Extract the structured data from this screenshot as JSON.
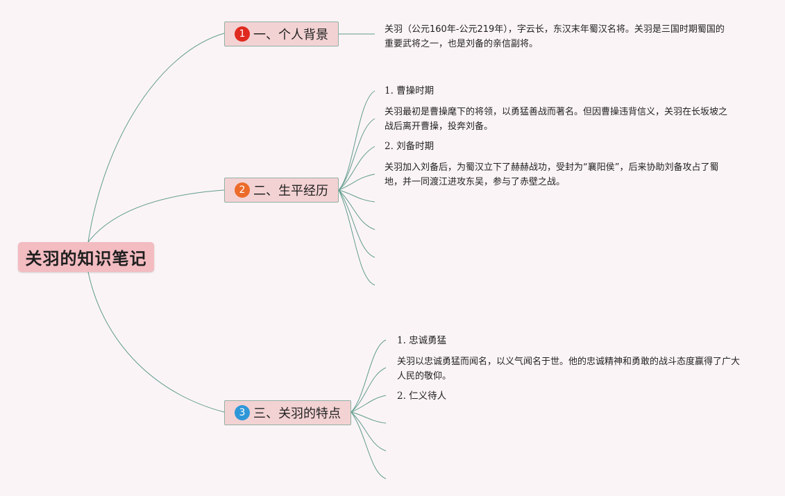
{
  "root": {
    "label": "关羽的知识笔记"
  },
  "colors": {
    "line": "#5f9c8c",
    "badge1": "#e02a1f",
    "badge2": "#ec6b2a",
    "badge3": "#2f97d8"
  },
  "branches": [
    {
      "number": "1",
      "label": "一、个人背景",
      "notes": [
        {
          "text": "关羽（公元160年-公元219年），字云长，东汉末年蜀汉名将。关羽是三国时期蜀国的重要武将之一，也是刘备的亲信副将。"
        }
      ]
    },
    {
      "number": "2",
      "label": "二、生平经历",
      "notes": [
        {
          "text": "1. 曹操时期"
        },
        {
          "text": "关羽最初是曹操麾下的将领，以勇猛善战而著名。但因曹操违背信义，关羽在长坂坡之战后离开曹操，投奔刘备。"
        },
        {
          "text": "2. 刘备时期"
        },
        {
          "text": "关羽加入刘备后，为蜀汉立下了赫赫战功，受封为“襄阳侯”，后来协助刘备攻占了蜀地，并一同渡江进攻东吴，参与了赤壁之战。"
        }
      ]
    },
    {
      "number": "3",
      "label": "三、关羽的特点",
      "notes": [
        {
          "text": "1. 忠诚勇猛"
        },
        {
          "text": "关羽以忠诚勇猛而闻名，以义气闻名于世。他的忠诚精神和勇敢的战斗态度赢得了广大人民的敬仰。"
        },
        {
          "text": "2. 仁义待人"
        }
      ]
    }
  ]
}
